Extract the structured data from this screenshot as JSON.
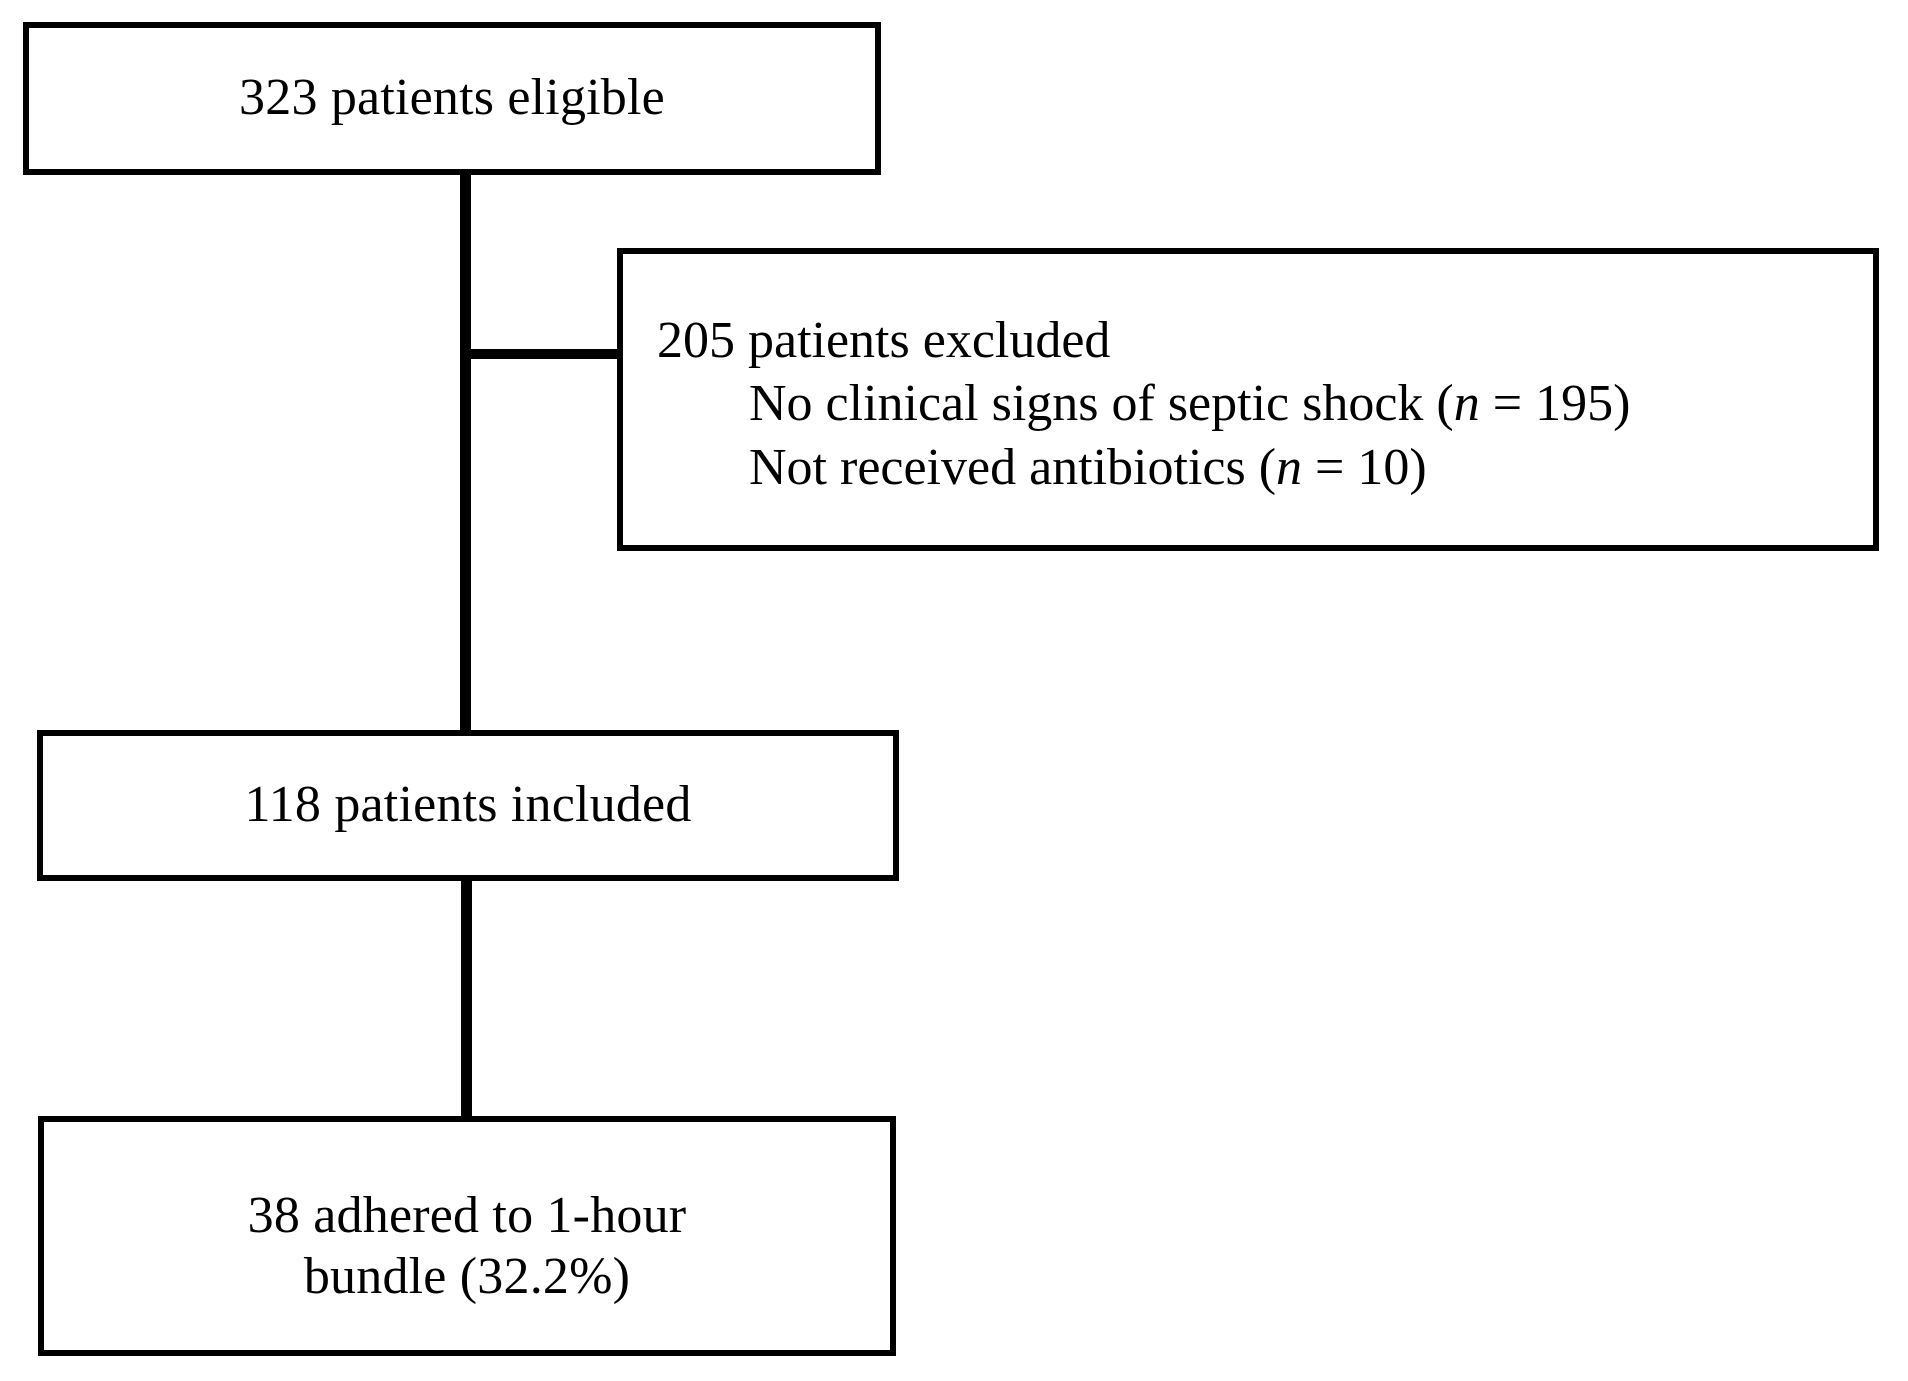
{
  "figure": {
    "type": "patient-flow-diagram",
    "background_color": "#ffffff",
    "line_color": "#000000",
    "text_color": "#000000"
  },
  "nodes": {
    "eligible": {
      "label": "323 patients eligible",
      "count": 323
    },
    "excluded": {
      "heading": "205 patients excluded",
      "count": 205,
      "reasons": [
        {
          "text_before": "No clinical signs of septic shock (",
          "n_symbol": "n",
          "text_after": " = 195)",
          "label": "No clinical signs of septic shock (n = 195)",
          "n": 195
        },
        {
          "text_before": "Not received antibiotics (",
          "n_symbol": "n",
          "text_after": " = 10)",
          "label": "Not received antibiotics (n = 10)",
          "n": 10
        }
      ]
    },
    "included": {
      "label": "118 patients included",
      "count": 118
    },
    "adhered": {
      "line1": "38 adhered to 1-hour",
      "line2": "bundle (32.2%)",
      "label": "38 adhered to 1-hour bundle (32.2%)",
      "count": 38,
      "percent": "32.2%"
    }
  },
  "connectors": [
    {
      "name": "eligible-to-included",
      "orientation": "vertical"
    },
    {
      "name": "eligible-to-excluded",
      "orientation": "horizontal"
    },
    {
      "name": "included-to-adhered",
      "orientation": "vertical"
    }
  ]
}
